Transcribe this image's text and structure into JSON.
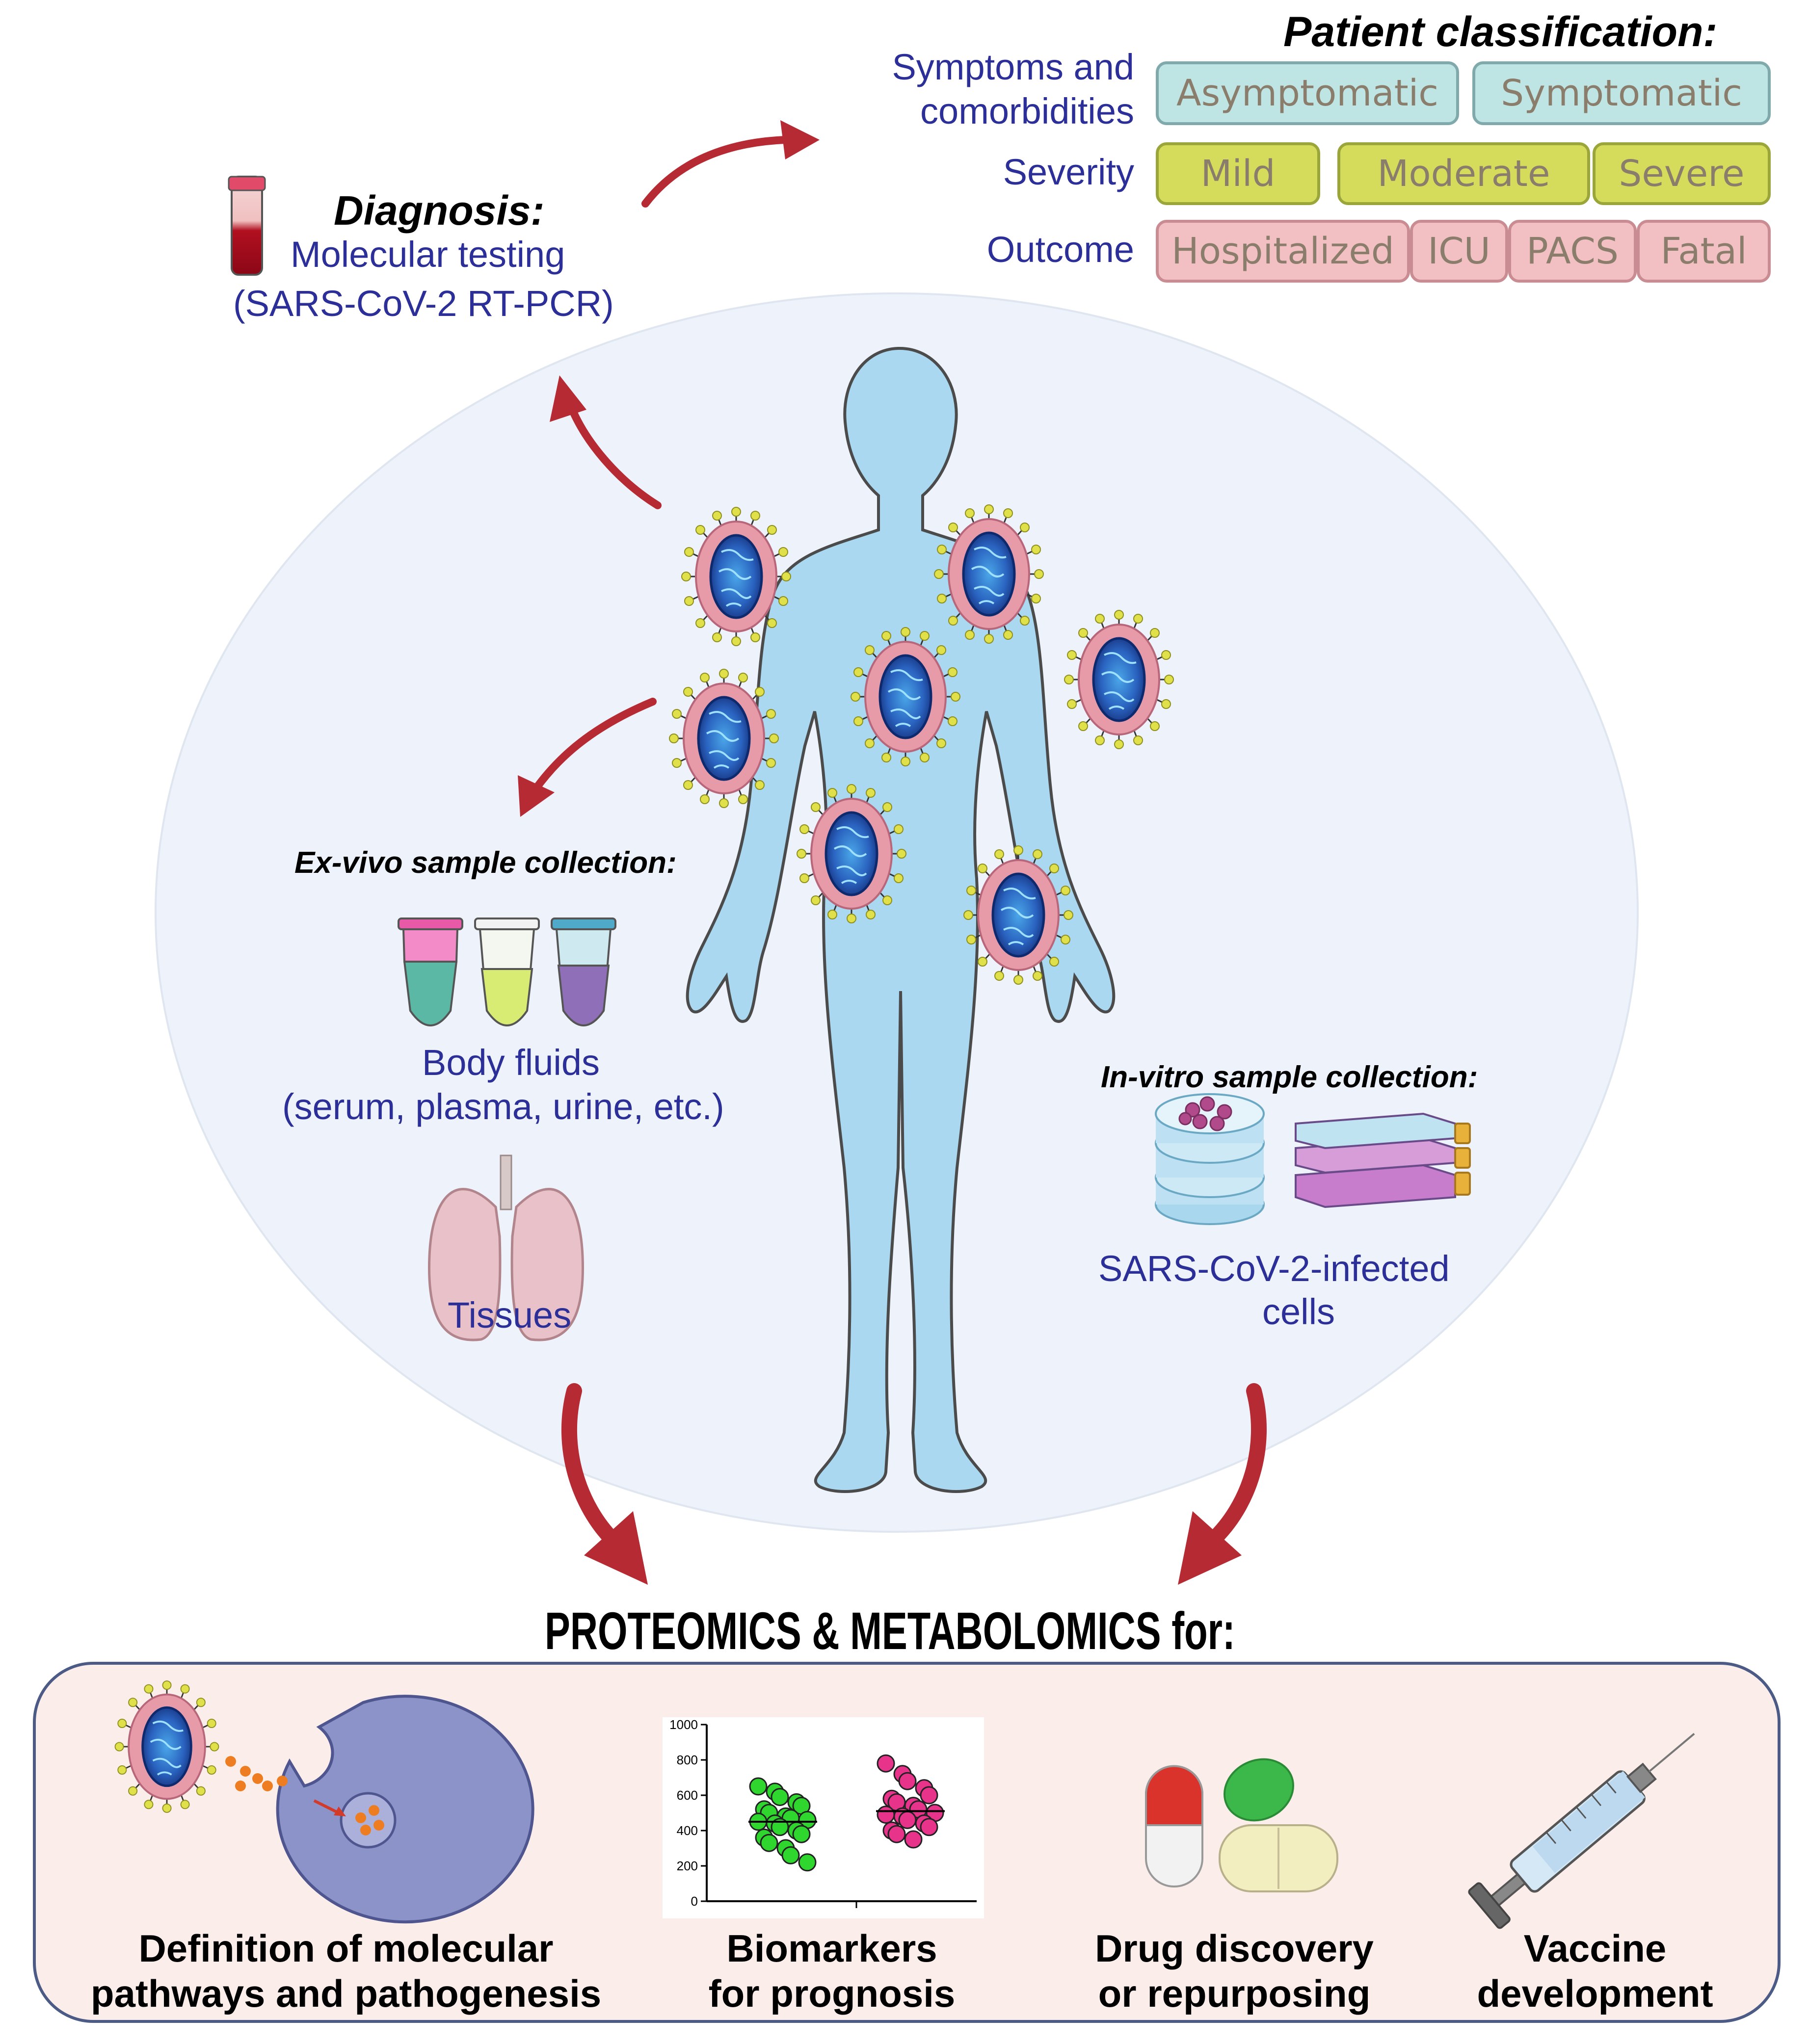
{
  "classification": {
    "title": "Patient classification:",
    "rows": [
      {
        "label": "Symptoms and\ncomorbidities",
        "pills": [
          "Asymptomatic",
          "Symptomatic"
        ]
      },
      {
        "label": "Severity",
        "pills": [
          "Mild",
          "Moderate",
          "Severe"
        ]
      },
      {
        "label": "Outcome",
        "pills": [
          "Hospitalized",
          "ICU",
          "PACS",
          "Fatal"
        ]
      }
    ]
  },
  "diagnosis": {
    "title": "Diagnosis:",
    "line1": "Molecular testing",
    "line2": "(SARS-CoV-2 RT-PCR)"
  },
  "exvivo": {
    "title": "Ex-vivo sample collection:",
    "fluids_line1": "Body fluids",
    "fluids_line2": "(serum, plasma, urine, etc.)",
    "tissues": "Tissues"
  },
  "invitro": {
    "title": "In-vitro sample collection:",
    "cells_line1": "SARS-CoV-2-infected",
    "cells_line2": "cells"
  },
  "banner": {
    "main": "PROTEOMICS & METABOLOMICS",
    "suffix": "for:"
  },
  "applications": [
    {
      "line1": "Definition of molecular",
      "line2": "pathways and pathogenesis"
    },
    {
      "line1": "Biomarkers",
      "line2": "for prognosis"
    },
    {
      "line1": "Drug discovery",
      "line2": "or repurposing"
    },
    {
      "line1": "Vaccine",
      "line2": "development"
    }
  ],
  "chart_data": {
    "type": "scatter",
    "ylim": [
      0,
      1000
    ],
    "yticks": [
      "0",
      "200",
      "400",
      "600",
      "800",
      "1000"
    ],
    "series": [
      {
        "color": "#2ed62e",
        "values": [
          650,
          620,
          590,
          560,
          540,
          520,
          500,
          480,
          470,
          460,
          450,
          440,
          420,
          400,
          380,
          360,
          330,
          300,
          260,
          220
        ]
      },
      {
        "color": "#e8338a",
        "values": [
          780,
          720,
          680,
          640,
          600,
          580,
          560,
          540,
          520,
          500,
          490,
          480,
          460,
          440,
          420,
          400,
          380,
          350
        ]
      }
    ],
    "means": [
      450,
      510
    ]
  },
  "colors": {
    "arrow": "#b52a33",
    "body": "#a9d8f0",
    "oval": "#eef3fb",
    "text_blue": "#2b2f97",
    "panel": "#fbeeea"
  }
}
